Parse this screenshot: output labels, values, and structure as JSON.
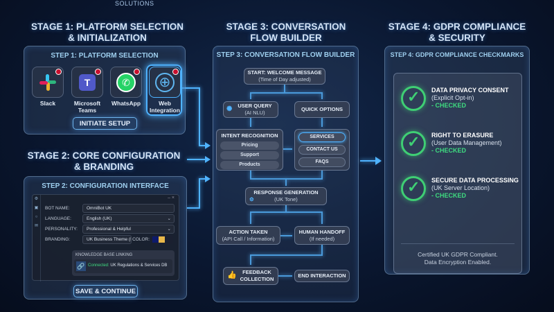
{
  "header": {
    "brand_sub": "SOLUTIONS"
  },
  "stage1": {
    "title_line1": "STAGE 1: PLATFORM SELECTION",
    "title_line2": "& INITIALIZATION",
    "step_heading": "STEP 1: PLATFORM SELECTION",
    "platforms": [
      {
        "label": "Slack",
        "icon": "slack-icon"
      },
      {
        "label": "Microsoft Teams",
        "icon": "teams-icon"
      },
      {
        "label": "WhatsApp",
        "icon": "whatsapp-icon"
      },
      {
        "label": "Web Integration",
        "icon": "globe-cursor-icon",
        "selected": true
      }
    ],
    "button": "INITIATE SETUP"
  },
  "stage2": {
    "title_line1": "STAGE 2: CORE CONFIGURATION",
    "title_line2": "& BRANDING",
    "step_heading": "STEP 2: CONFIGURATION INTERFACE",
    "fields": [
      {
        "label": "BOT NAME:",
        "value": "OmniBot UK"
      },
      {
        "label": "LANGUAGE:",
        "value": "English (UK)",
        "dropdown": true
      },
      {
        "label": "PERSONALITY:",
        "value": "Professional & Helpful",
        "dropdown": true
      },
      {
        "label": "BRANDING:",
        "value": "UK Business Theme (Loaded)"
      }
    ],
    "color_label": "COLOR:",
    "colors": [
      "#0d1a6b",
      "#e8b84a"
    ],
    "knowledge_heading": "KNOWLEDGE BASE LINKING",
    "connected_label": "Connected:",
    "connected_value": "UK Regulations & Services DB",
    "button": "SAVE & CONTINUE"
  },
  "stage3": {
    "title_line1": "STAGE 3: CONVERSATION",
    "title_line2": "FLOW BUILDER",
    "step_heading": "STEP 3: CONVERSATION FLOW BUILDER",
    "start": {
      "title": "START: WELCOME MESSAGE",
      "sub": "(Time of Day adjusted)"
    },
    "user_query": {
      "title": "USER QUERY",
      "sub": "(AI NLU)"
    },
    "quick_options": "QUICK OPTIONS",
    "intent": {
      "title": "INTENT RECOGNITION",
      "items": [
        "Pricing",
        "Support",
        "Products"
      ]
    },
    "options": [
      "SERVICES",
      "CONTACT US",
      "FAQS"
    ],
    "response": {
      "title": "RESPONSE GENERATION",
      "sub": "(UK Tone)"
    },
    "action": {
      "title": "ACTION TAKEN",
      "sub": "(API Call / Information)"
    },
    "handoff": {
      "title": "HUMAN HANDOFF",
      "sub": "(If needed)"
    },
    "feedback": {
      "title": "FEEDBACK COLLECTION"
    },
    "end": "END INTERACTION"
  },
  "stage4": {
    "title_line1": "STAGE 4: GDPR COMPLIANCE",
    "title_line2": "& SECURITY",
    "step_heading": "STEP 4: GDPR COMPLIANCE CHECKMARKS",
    "checks": [
      {
        "title": "DATA PRIVACY CONSENT",
        "sub": "(Explicit Opt-in)",
        "status": "- CHECKED"
      },
      {
        "title": "RIGHT TO ERASURE",
        "sub": "(User Data Management)",
        "status": "- CHECKED"
      },
      {
        "title": "SECURE DATA PROCESSING",
        "sub": "(UK Server Location)",
        "status": "- CHECKED"
      }
    ],
    "footer_line1": "Certified UK GDPR Compliant.",
    "footer_line2": "Data Encryption Enabled."
  },
  "colors": {
    "accent": "#4fb3ff",
    "check": "#3fcf74",
    "background": "#0a1730"
  }
}
